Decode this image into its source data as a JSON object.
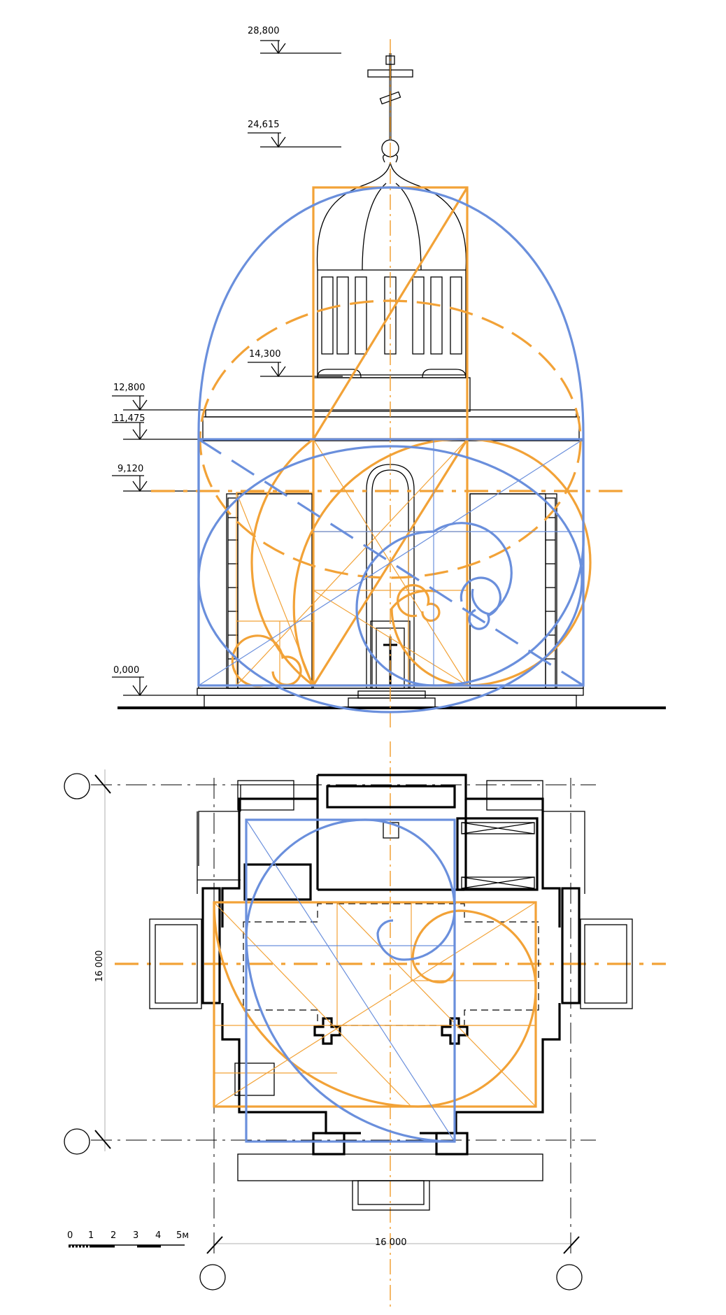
{
  "colors": {
    "orange": "#f2a237",
    "blue": "#6a8fdc",
    "ink": "#000000"
  },
  "elevation": {
    "levels": [
      {
        "label": "28,800"
      },
      {
        "label": "24,615"
      },
      {
        "label": "14,300"
      },
      {
        "label": "12,800"
      },
      {
        "label": "11,475"
      },
      {
        "label": "9,120"
      },
      {
        "label": "0,000"
      }
    ]
  },
  "plan": {
    "width_dim": "16 000",
    "height_dim": "16 000"
  },
  "scale": {
    "ticks": [
      "0",
      "1",
      "2",
      "3",
      "4",
      "5м"
    ]
  }
}
